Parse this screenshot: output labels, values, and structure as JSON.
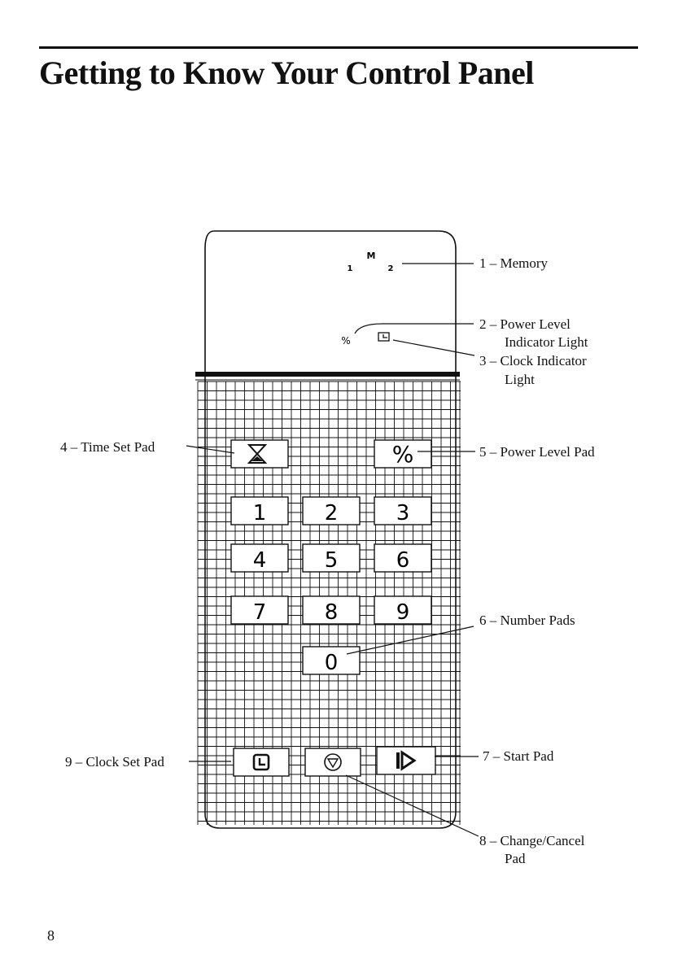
{
  "page": {
    "title": "Getting to Know Your Control Panel",
    "page_number": "8"
  },
  "display": {
    "memory_m": "M",
    "memory_1": "1",
    "memory_2": "2",
    "power_symbol": "%"
  },
  "keypad": {
    "numbers": [
      "1",
      "2",
      "3",
      "4",
      "5",
      "6",
      "7",
      "8",
      "9",
      "0"
    ],
    "power_level_symbol": "%"
  },
  "callouts": {
    "memory": "1 – Memory",
    "power_level_line1": "2 – Power Level",
    "power_level_line2": "Indicator Light",
    "clock_indicator_line1": "3 – Clock Indicator",
    "clock_indicator_line2": "Light",
    "time_set": "4 – Time Set Pad",
    "power_level_pad": "5 – Power Level Pad",
    "number_pads": "6 – Number Pads",
    "start": "7 – Start Pad",
    "change_cancel_line1": "8 – Change/Cancel",
    "change_cancel_line2": "Pad",
    "clock_set": "9 – Clock Set Pad"
  }
}
